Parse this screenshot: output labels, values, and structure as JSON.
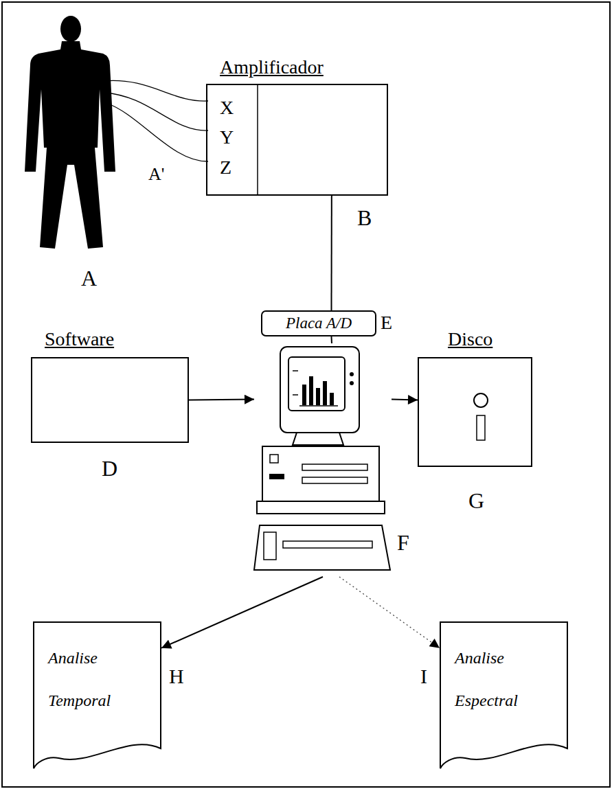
{
  "diagram": {
    "nodes": [
      {
        "text": [
          "Amplificador"
        ]
      },
      {
        "text": [
          "Placa A/D"
        ]
      },
      {
        "text": [
          "Software"
        ]
      },
      {
        "text": [
          "F"
        ]
      },
      {
        "text": [
          "Disco"
        ]
      },
      {
        "text": [
          "Analise Temporal"
        ]
      },
      {
        "text": [
          "Analise Espectral"
        ]
      }
    ],
    "edges": [
      {
        "from": 0,
        "to": 1,
        "arrow": "none"
      },
      {
        "from": 1,
        "to": 3,
        "arrow": "none"
      },
      {
        "from": 2,
        "to": 3,
        "arrow": "to"
      },
      {
        "from": 3,
        "to": 4,
        "arrow": "to"
      },
      {
        "from": 3,
        "to": 5,
        "arrow": "to"
      },
      {
        "from": 3,
        "to": 6,
        "arrow": "to"
      }
    ],
    "labels": [
      "X",
      "Y",
      "Z",
      "A'",
      "A",
      "B",
      "E",
      "D",
      "G",
      "H",
      "I"
    ]
  }
}
